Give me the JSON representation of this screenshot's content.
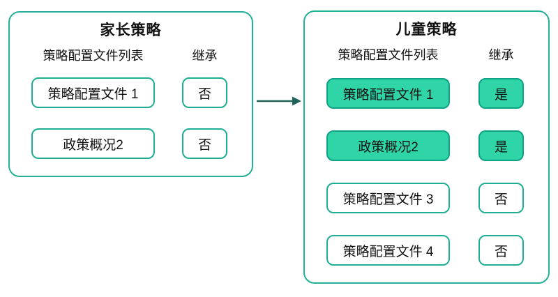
{
  "diagram": {
    "colors": {
      "border_teal": "#24b097",
      "box_border": "#1fae94",
      "fill_mint": "#2fd5a7",
      "fill_border": "#0ea284",
      "arrow": "#20635a",
      "text": "#111111"
    },
    "parent_panel": {
      "title": "家长策略",
      "columns": {
        "profiles": "策略配置文件列表",
        "inheritance": "继承"
      },
      "rows": [
        {
          "profile": "策略配置文件 1",
          "inheritance": "否",
          "inherited": false
        },
        {
          "profile": "政策概况2",
          "inheritance": "否",
          "inherited": false
        }
      ]
    },
    "child_panel": {
      "title": "儿童策略",
      "columns": {
        "profiles": "策略配置文件列表",
        "inheritance": "继承"
      },
      "rows": [
        {
          "profile": "策略配置文件 1",
          "inheritance": "是",
          "inherited": true
        },
        {
          "profile": "政策概况2",
          "inheritance": "是",
          "inherited": true
        },
        {
          "profile": "策略配置文件 3",
          "inheritance": "否",
          "inherited": false
        },
        {
          "profile": "策略配置文件 4",
          "inheritance": "否",
          "inherited": false
        }
      ]
    }
  }
}
